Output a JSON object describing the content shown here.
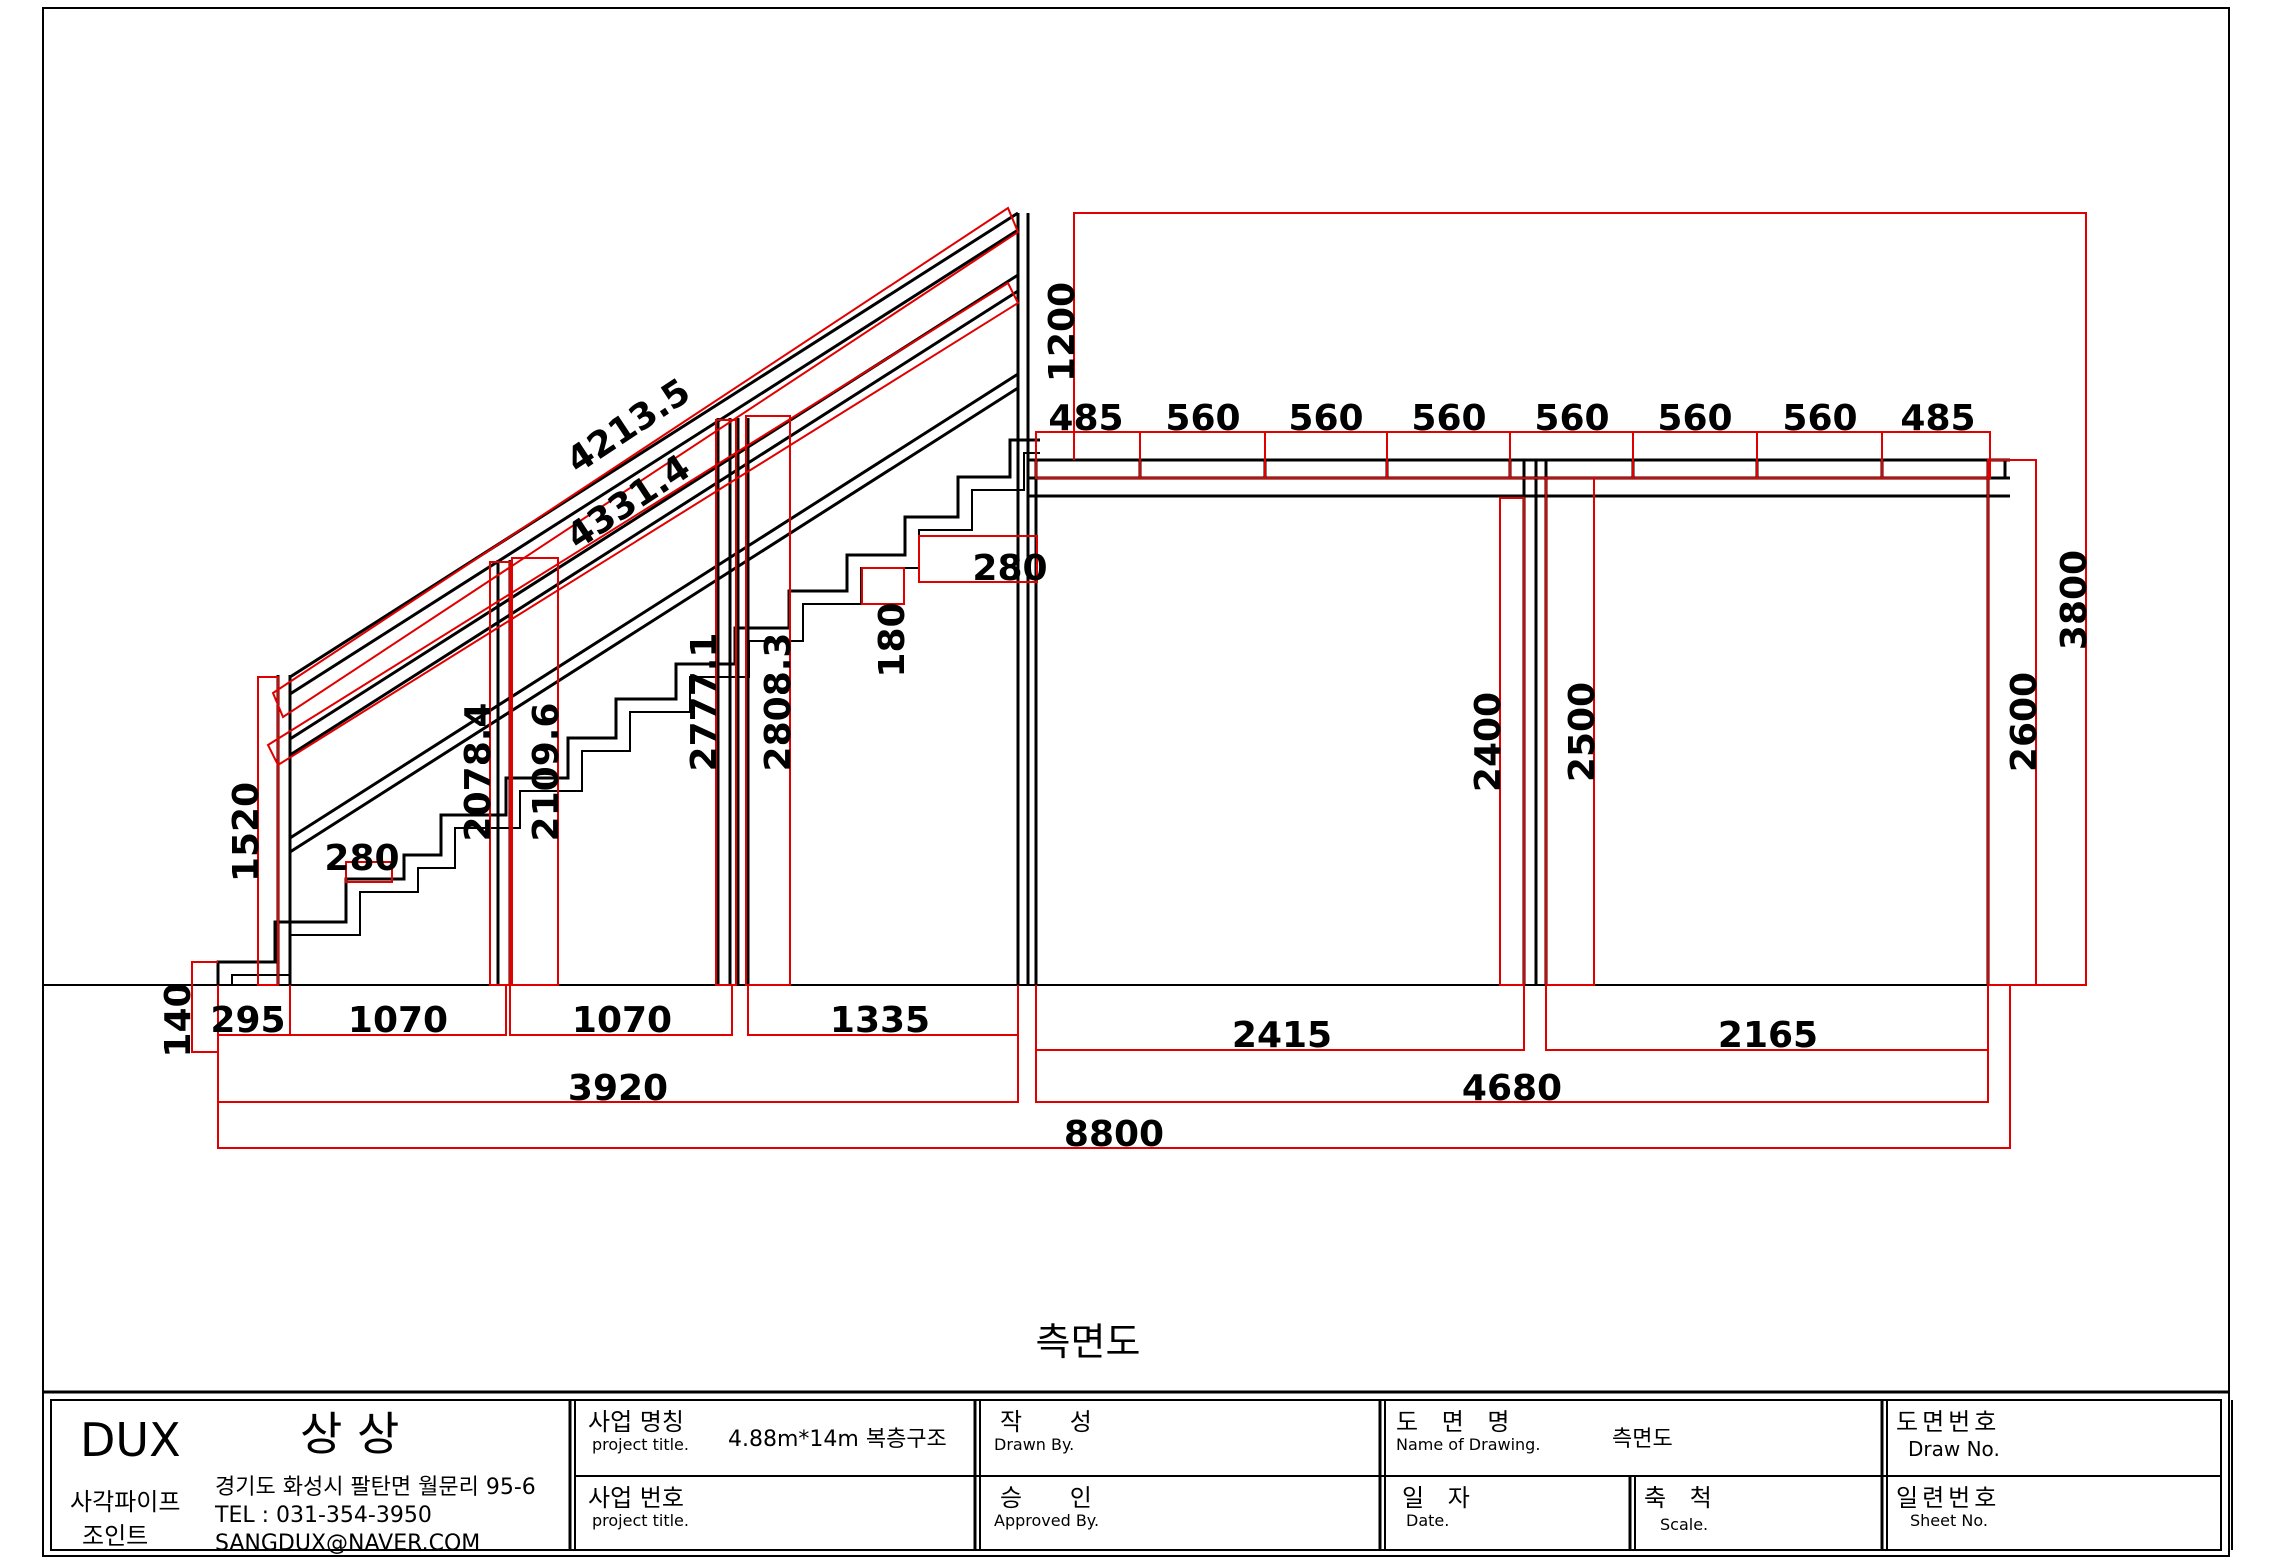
{
  "drawing": {
    "dimensions": {
      "horizontal": [
        {
          "id": "d295",
          "label": "295"
        },
        {
          "id": "d1070a",
          "label": "1070"
        },
        {
          "id": "d1070b",
          "label": "1070"
        },
        {
          "id": "d1335",
          "label": "1335"
        },
        {
          "id": "d2415",
          "label": "2415"
        },
        {
          "id": "d2165",
          "label": "2165"
        },
        {
          "id": "d3920",
          "label": "3920"
        },
        {
          "id": "d4680",
          "label": "4680"
        },
        {
          "id": "d8800",
          "label": "8800"
        },
        {
          "id": "d280a",
          "label": "280"
        },
        {
          "id": "d280b",
          "label": "280"
        },
        {
          "id": "t485a",
          "label": "485"
        },
        {
          "id": "t560a",
          "label": "560"
        },
        {
          "id": "t560b",
          "label": "560"
        },
        {
          "id": "t560c",
          "label": "560"
        },
        {
          "id": "t560d",
          "label": "560"
        },
        {
          "id": "t560e",
          "label": "560"
        },
        {
          "id": "t560f",
          "label": "560"
        },
        {
          "id": "t485b",
          "label": "485"
        }
      ],
      "vertical": [
        {
          "id": "v140",
          "label": "140"
        },
        {
          "id": "v1520",
          "label": "1520"
        },
        {
          "id": "v2078",
          "label": "2078.4"
        },
        {
          "id": "v2109",
          "label": "2109.6"
        },
        {
          "id": "v2777",
          "label": "2777.1"
        },
        {
          "id": "v2808",
          "label": "2808.3"
        },
        {
          "id": "v180",
          "label": "180"
        },
        {
          "id": "v1200",
          "label": "1200"
        },
        {
          "id": "v2400",
          "label": "2400"
        },
        {
          "id": "v2500",
          "label": "2500"
        },
        {
          "id": "v2600",
          "label": "2600"
        },
        {
          "id": "v3800",
          "label": "3800"
        }
      ],
      "diagonal": [
        {
          "id": "g4213",
          "label": "4213.5"
        },
        {
          "id": "g4331",
          "label": "4331.4"
        }
      ]
    },
    "caption": "측면도"
  },
  "title_block": {
    "company": {
      "brand": "DUX",
      "name": "상 상",
      "sub1": "사각파이프",
      "sub2": "조인트",
      "address": "경기도 화성시 팔탄면 월문리 95-6",
      "tel": "TEL : 031-354-3950",
      "email": "SANGDUX@NAVER.COM"
    },
    "project_name_ko": "사업 명칭",
    "project_name_en": "project title.",
    "project_name_value": "4.88m*14m 복층구조",
    "project_no_ko": "사업 번호",
    "project_no_en": "project title.",
    "drawn_ko": "작 성",
    "drawn_en": "Drawn By.",
    "approved_ko": "승 인",
    "approved_en": "Approved By.",
    "drawing_name_ko": "도 면 명",
    "drawing_name_en": "Name of Drawing.",
    "drawing_name_value": "측면도",
    "date_ko": "일 자",
    "date_en": "Date.",
    "scale_ko": "축 척",
    "scale_en": "Scale.",
    "draw_no_ko": "도면번호",
    "draw_no_en": "Draw No.",
    "sheet_no_ko": "일련번호",
    "sheet_no_en": "Sheet No."
  }
}
